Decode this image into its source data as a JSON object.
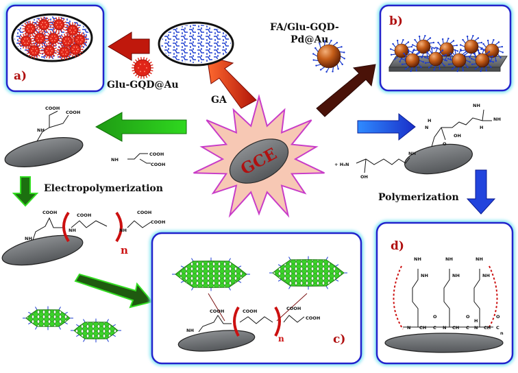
{
  "center": {
    "label": "GCE"
  },
  "labels": {
    "glu_gqd_au": "Glu-GQD@Au",
    "ga": "GA",
    "fa_line1": "FA/Glu-GQD-",
    "fa_line2": "Pd@Au",
    "electropolymerization": "Electropolymerization",
    "polymerization": "Polymerization"
  },
  "panels": {
    "a": "a)",
    "b": "b)",
    "c": "c)",
    "d": "d)"
  },
  "chem": {
    "cooh": "COOH",
    "nh": "NH",
    "nh2": "NH",
    "nh3plus": "NH",
    "n": "n",
    "oh": "OH",
    "h": "H",
    "n_atom": "N",
    "c": "C",
    "ch": "CH",
    "o": "O",
    "plus": "+",
    "plus_h3n": "+ H₃N"
  },
  "colors": {
    "panel_border": "#2222cc",
    "panel_glow": "#7fe4f2",
    "electrode": "#6a6d70",
    "arrow_red": "#cc1a10",
    "arrow_green": "#33cc22",
    "arrow_blue": "#2244dd",
    "arrow_dark": "#4a1208",
    "graphene": "#33cc22",
    "star_fill": "#f7c8b4",
    "star_stroke": "#c83cc8",
    "label_red": "#c01010"
  }
}
